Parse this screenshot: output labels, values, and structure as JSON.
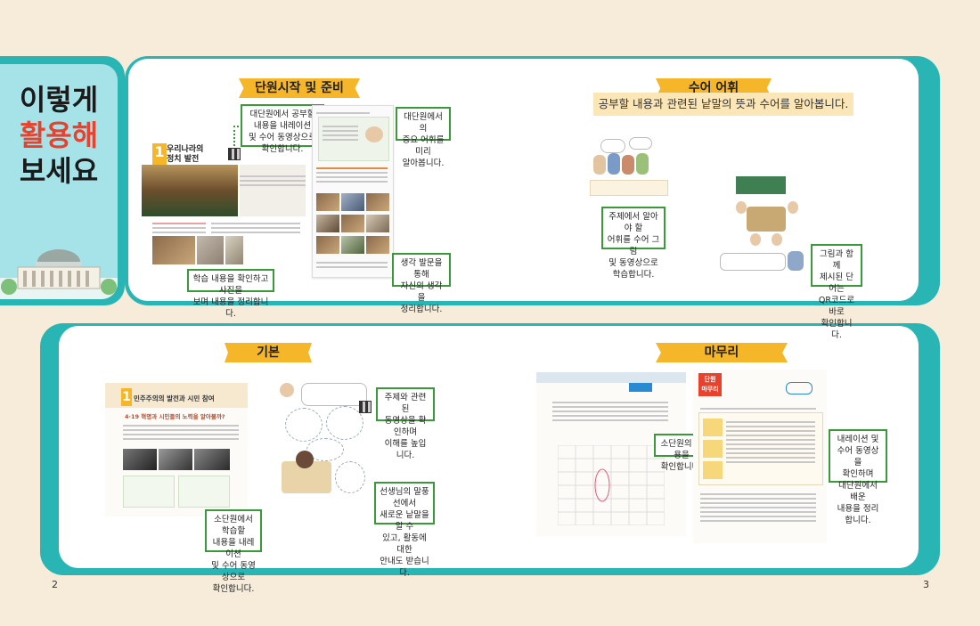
{
  "side_title": {
    "line1": "이렇게",
    "line2": "활용해",
    "line3": "보세요"
  },
  "sections": {
    "start": {
      "banner": "단원시작 및 준비"
    },
    "vocab": {
      "banner": "수어 어휘",
      "subtitle": "공부할 내용과 관련된 낱말의 뜻과 수어를 알아봅니다."
    },
    "basic": {
      "banner": "기본"
    },
    "finish": {
      "banner": "마무리"
    }
  },
  "callouts": {
    "unit_video": "대단원에서 공부할\n내용을 내레이션\n및 수어 동영상으로\n확인합니다.",
    "key_vocab": "대단원에서의\n중요 어휘를 미리\n알아봅니다.",
    "photo_review": "학습 내용을 확인하고 사진을\n보며 내용을 정리합니다.",
    "visit_thoughts": "생각 발문을 통해\n자신의 생각을\n정리합니다.",
    "topic_vocab": "주제에서 알아야 할\n어휘를 수어 그림\n및 동영상으로\n학습합니다.",
    "qr_check": "그림과 함께\n제시된 단어는\nQR코드로 바로\n확인합니다.",
    "topic_video": "주제와 관련된\n동영상을 확인하며\n이해를 높입니다.",
    "teacher_guide": "선생님의 말풍선에서\n새로운 낱말을 알 수\n있고, 활동에 대한\n안내도 받습니다.",
    "subunit_video": "소단원에서 학습할\n내용을 내레이션\n및 수어 동영상으로\n확인합니다.",
    "subunit_check": "소단원의 내용을\n확인합니다.",
    "unit_summary": "내레이션 및\n수어 동영상을\n확인하며\n대단원에서 배운\n내용을 정리합니다."
  },
  "page_content": {
    "unit_number": "1",
    "unit_title_1": "우리나라의",
    "unit_title_2": "정치 발전",
    "basic_number": "1",
    "basic_title": "민주주의의 발전과 시민 참여",
    "basic_sub": "4·19 혁명과 시민들의 노력을 알아볼까?",
    "finish_tag_1": "단원",
    "finish_tag_2": "마무리"
  },
  "page_numbers": {
    "left": "2",
    "right": "3"
  },
  "colors": {
    "teal": "#2ab5b5",
    "banner": "#f6b62a",
    "callout_border": "#3a9a3a",
    "accent_red": "#e8412e"
  }
}
